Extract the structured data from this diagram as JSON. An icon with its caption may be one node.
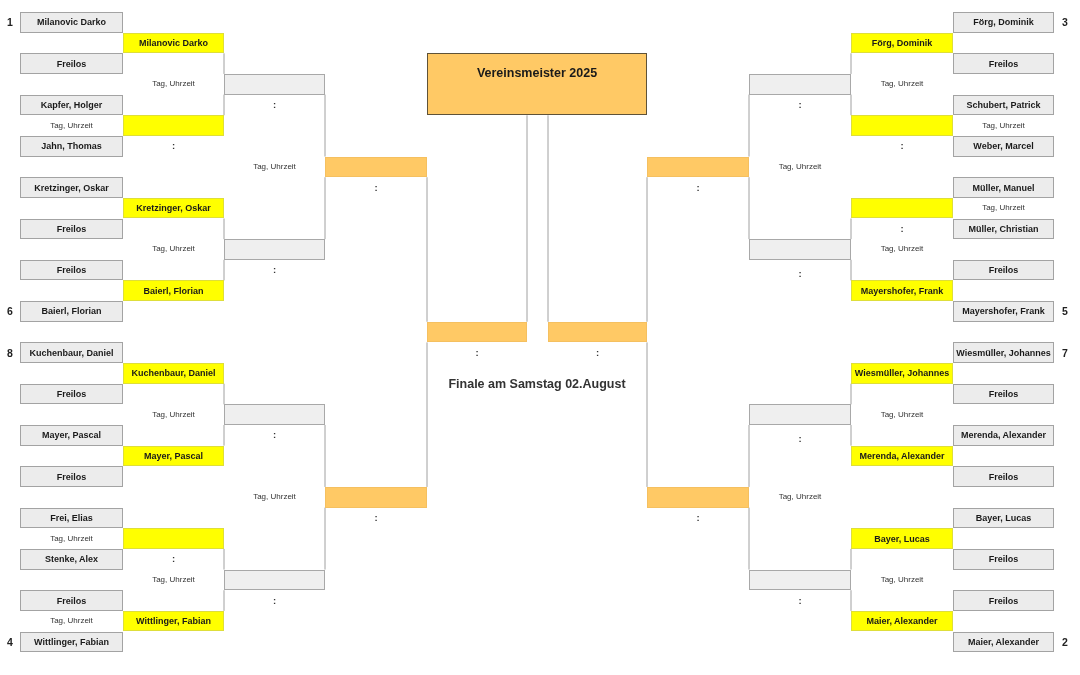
{
  "diagram": {
    "nodes": [
      {
        "text": [
          "Milanovic Darko"
        ],
        "beside": [
          "1"
        ]
      },
      {
        "text": [
          "Freilos"
        ]
      },
      {
        "text": [
          "Kapfer, Holger"
        ]
      },
      {
        "text": [
          "Jahn, Thomas"
        ]
      },
      {
        "text": [
          "Kretzinger, Oskar"
        ]
      },
      {
        "text": [
          "Freilos"
        ]
      },
      {
        "text": [
          "Freilos"
        ]
      },
      {
        "text": [
          "Baierl, Florian"
        ],
        "beside": [
          "6"
        ]
      },
      {
        "text": [
          "Kuchenbaur, Daniel"
        ],
        "beside": [
          "8"
        ]
      },
      {
        "text": [
          "Freilos"
        ]
      },
      {
        "text": [
          "Mayer, Pascal"
        ]
      },
      {
        "text": [
          "Freilos"
        ]
      },
      {
        "text": [
          "Frei, Elias"
        ]
      },
      {
        "text": [
          "Stenke, Alex"
        ]
      },
      {
        "text": [
          "Freilos"
        ]
      },
      {
        "text": [
          "Wittlinger, Fabian"
        ],
        "beside": [
          "4"
        ]
      },
      {
        "text": [
          "Milanovic Darko"
        ]
      },
      {
        "text": [],
        "shape": "box"
      },
      {
        "text": [
          "Kretzinger, Oskar"
        ]
      },
      {
        "text": [
          "Baierl, Florian"
        ]
      },
      {
        "text": [
          "Kuchenbaur, Daniel"
        ]
      },
      {
        "text": [
          "Mayer, Pascal"
        ]
      },
      {
        "text": [],
        "shape": "box"
      },
      {
        "text": [
          "Wittlinger, Fabian"
        ]
      },
      {
        "text": [],
        "shape": "box"
      },
      {
        "text": [],
        "shape": "box"
      },
      {
        "text": [],
        "shape": "box"
      },
      {
        "text": [],
        "shape": "box"
      },
      {
        "text": [],
        "shape": "box"
      },
      {
        "text": [],
        "shape": "box"
      },
      {
        "text": [
          "Vereinsmeister 2025"
        ]
      },
      {
        "text": [],
        "shape": "box"
      },
      {
        "text": [],
        "shape": "box"
      },
      {
        "text": [],
        "shape": "box"
      },
      {
        "text": [],
        "shape": "box"
      },
      {
        "text": [],
        "shape": "box"
      },
      {
        "text": [],
        "shape": "box"
      },
      {
        "text": [],
        "shape": "box"
      },
      {
        "text": [],
        "shape": "box"
      },
      {
        "text": [
          "Förg, Dominik"
        ]
      },
      {
        "text": [],
        "shape": "box"
      },
      {
        "text": [],
        "shape": "box"
      },
      {
        "text": [
          "Mayershofer, Frank"
        ]
      },
      {
        "text": [
          "Wiesmüller, Johannes"
        ]
      },
      {
        "text": [
          "Merenda, Alexander"
        ]
      },
      {
        "text": [
          "Bayer, Lucas"
        ]
      },
      {
        "text": [
          "Maier, Alexander"
        ]
      },
      {
        "text": [
          "Förg, Dominik"
        ],
        "beside": [
          "3"
        ]
      },
      {
        "text": [
          "Freilos"
        ]
      },
      {
        "text": [
          "Schubert, Patrick"
        ]
      },
      {
        "text": [
          "Weber, Marcel"
        ]
      },
      {
        "text": [
          "Müller, Manuel"
        ]
      },
      {
        "text": [
          "Müller, Christian"
        ]
      },
      {
        "text": [
          "Freilos"
        ]
      },
      {
        "text": [
          "Mayershofer, Frank"
        ],
        "beside": [
          "5"
        ]
      },
      {
        "text": [
          "Wiesmüller, Johannes"
        ],
        "beside": [
          "7"
        ]
      },
      {
        "text": [
          "Freilos"
        ]
      },
      {
        "text": [
          "Merenda, Alexander"
        ]
      },
      {
        "text": [
          "Freilos"
        ]
      },
      {
        "text": [
          "Bayer, Lucas"
        ]
      },
      {
        "text": [
          "Freilos"
        ]
      },
      {
        "text": [
          "Freilos"
        ]
      },
      {
        "text": [
          "Maier, Alexander"
        ],
        "beside": [
          "2"
        ]
      }
    ],
    "edges": [
      {
        "from": 16,
        "to": 24,
        "arrow": "none"
      },
      {
        "from": 17,
        "to": 24,
        "arrow": "none"
      },
      {
        "from": 18,
        "to": 25,
        "arrow": "none"
      },
      {
        "from": 19,
        "to": 25,
        "arrow": "none"
      },
      {
        "from": 20,
        "to": 26,
        "arrow": "none"
      },
      {
        "from": 21,
        "to": 26,
        "arrow": "none"
      },
      {
        "from": 22,
        "to": 27,
        "arrow": "none"
      },
      {
        "from": 23,
        "to": 27,
        "arrow": "none"
      },
      {
        "from": 24,
        "to": 28,
        "arrow": "none"
      },
      {
        "from": 25,
        "to": 28,
        "arrow": "none"
      },
      {
        "from": 26,
        "to": 29,
        "arrow": "none"
      },
      {
        "from": 27,
        "to": 29,
        "arrow": "none"
      },
      {
        "from": 28,
        "to": 31,
        "arrow": "none"
      },
      {
        "from": 29,
        "to": 31,
        "arrow": "none"
      },
      {
        "from": 31,
        "to": 30,
        "arrow": "none"
      },
      {
        "from": 32,
        "to": 30,
        "arrow": "none"
      },
      {
        "from": 33,
        "to": 32,
        "arrow": "none"
      },
      {
        "from": 34,
        "to": 32,
        "arrow": "none"
      },
      {
        "from": 35,
        "to": 33,
        "arrow": "none"
      },
      {
        "from": 36,
        "to": 33,
        "arrow": "none"
      },
      {
        "from": 37,
        "to": 34,
        "arrow": "none"
      },
      {
        "from": 38,
        "to": 34,
        "arrow": "none"
      },
      {
        "from": 39,
        "to": 35,
        "arrow": "none"
      },
      {
        "from": 40,
        "to": 35,
        "arrow": "none"
      },
      {
        "from": 41,
        "to": 36,
        "arrow": "none"
      },
      {
        "from": 42,
        "to": 36,
        "arrow": "none"
      },
      {
        "from": 43,
        "to": 37,
        "arrow": "none"
      },
      {
        "from": 44,
        "to": 37,
        "arrow": "none"
      },
      {
        "from": 45,
        "to": 38,
        "arrow": "none"
      },
      {
        "from": 46,
        "to": 38,
        "arrow": "none"
      }
    ],
    "labels": [
      "Tag, Uhrzeit",
      "Tag, Uhrzeit",
      ":",
      ":",
      "Tag, Uhrzeit",
      "Tag, Uhrzeit",
      ":",
      ":",
      "Tag, Uhrzeit",
      "Tag, Uhrzeit",
      ":",
      ":",
      "Tag, Uhrzeit",
      ":",
      "Tag, Uhrzeit",
      "Tag, Uhrzeit",
      ":",
      ":",
      ":",
      ":",
      "Finale am Samstag 02.August",
      "Tag, Uhrzeit",
      "Tag, Uhrzeit",
      ":",
      ":",
      "Tag, Uhrzeit",
      "Tag, Uhrzeit",
      ":",
      ":",
      "Tag, Uhrzeit",
      ":",
      "Tag, Uhrzeit",
      "Tag, Uhrzeit",
      ":",
      ":",
      "Tag, Uhrzeit"
    ]
  }
}
